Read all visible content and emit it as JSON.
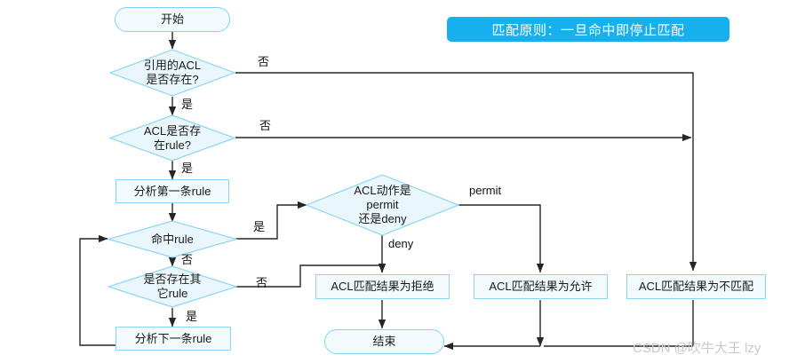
{
  "diagram": {
    "title_banner": "匹配原则：一旦命中即停止匹配",
    "watermark": "CSDN @吹牛大王 lzy",
    "colors": {
      "banner_bg": "#16b0ee",
      "banner_text": "#ffffff",
      "node_fill": "#f2fafd",
      "node_stroke": "#8ad6f4",
      "decision_fill": "#e9f6fc",
      "decision_stroke": "#8ad6f4",
      "line": "#262626",
      "watermark": "#c9c9c9"
    },
    "nodes": {
      "start": "开始",
      "decision_acl_exists": "引用的ACL\n是否存在?",
      "decision_rule_exists": "ACL是否存\n在rule?",
      "process_first_rule": "分析第一条rule",
      "decision_hit_rule": "命中rule",
      "decision_other_rule": "是否存在其\n它rule",
      "process_next_rule": "分析下一条rule",
      "decision_action": "ACL动作是\npermit\n还是deny",
      "result_deny": "ACL匹配结果为拒绝",
      "result_permit": "ACL匹配结果为允许",
      "result_nomatch": "ACL匹配结果为不匹配",
      "end": "结束"
    },
    "edge_labels": {
      "acl_exists_no": "否",
      "acl_exists_yes": "是",
      "rule_exists_no": "否",
      "rule_exists_yes": "是",
      "hit_rule_yes": "是",
      "hit_rule_no": "否",
      "other_rule_no": "否",
      "other_rule_yes": "是",
      "action_permit": "permit",
      "action_deny": "deny"
    }
  }
}
